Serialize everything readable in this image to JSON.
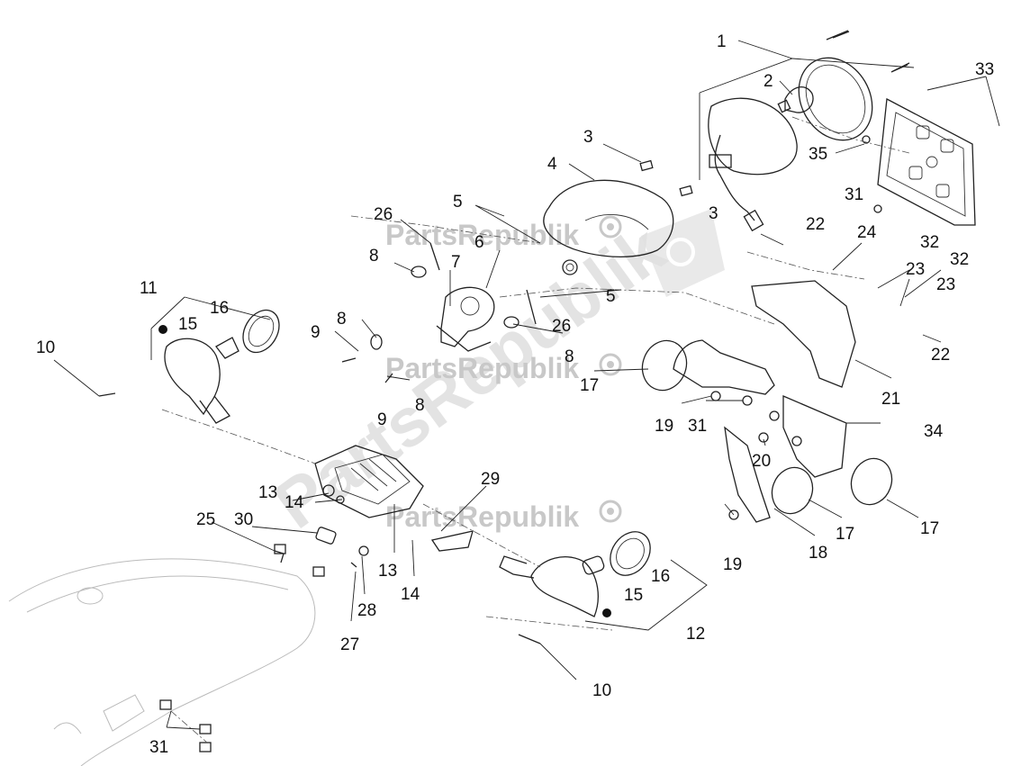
{
  "watermark": {
    "brand": "PartsRepublik"
  },
  "callouts": [
    {
      "id": "c1",
      "label": "1"
    },
    {
      "id": "c2",
      "label": "2"
    },
    {
      "id": "c3a",
      "label": "3"
    },
    {
      "id": "c3b",
      "label": "3"
    },
    {
      "id": "c4",
      "label": "4"
    },
    {
      "id": "c5a",
      "label": "5"
    },
    {
      "id": "c5b",
      "label": "5"
    },
    {
      "id": "c6",
      "label": "6"
    },
    {
      "id": "c7",
      "label": "7"
    },
    {
      "id": "c8a",
      "label": "8"
    },
    {
      "id": "c8b",
      "label": "8"
    },
    {
      "id": "c8c",
      "label": "8"
    },
    {
      "id": "c8d",
      "label": "8"
    },
    {
      "id": "c9a",
      "label": "9"
    },
    {
      "id": "c9b",
      "label": "9"
    },
    {
      "id": "c10a",
      "label": "10"
    },
    {
      "id": "c10b",
      "label": "10"
    },
    {
      "id": "c11",
      "label": "11"
    },
    {
      "id": "c12",
      "label": "12"
    },
    {
      "id": "c13a",
      "label": "13"
    },
    {
      "id": "c13b",
      "label": "13"
    },
    {
      "id": "c14a",
      "label": "14"
    },
    {
      "id": "c14b",
      "label": "14"
    },
    {
      "id": "c15a",
      "label": "15"
    },
    {
      "id": "c15b",
      "label": "15"
    },
    {
      "id": "c16a",
      "label": "16"
    },
    {
      "id": "c16b",
      "label": "16"
    },
    {
      "id": "c17a",
      "label": "17"
    },
    {
      "id": "c17b",
      "label": "17"
    },
    {
      "id": "c17c",
      "label": "17"
    },
    {
      "id": "c18",
      "label": "18"
    },
    {
      "id": "c19a",
      "label": "19"
    },
    {
      "id": "c19b",
      "label": "19"
    },
    {
      "id": "c20",
      "label": "20"
    },
    {
      "id": "c21",
      "label": "21"
    },
    {
      "id": "c22a",
      "label": "22"
    },
    {
      "id": "c22b",
      "label": "22"
    },
    {
      "id": "c23a",
      "label": "23"
    },
    {
      "id": "c23b",
      "label": "23"
    },
    {
      "id": "c24",
      "label": "24"
    },
    {
      "id": "c25",
      "label": "25"
    },
    {
      "id": "c26a",
      "label": "26"
    },
    {
      "id": "c26b",
      "label": "26"
    },
    {
      "id": "c27",
      "label": "27"
    },
    {
      "id": "c28",
      "label": "28"
    },
    {
      "id": "c29",
      "label": "29"
    },
    {
      "id": "c30",
      "label": "30"
    },
    {
      "id": "c31a",
      "label": "31"
    },
    {
      "id": "c31b",
      "label": "31"
    },
    {
      "id": "c31c",
      "label": "31"
    },
    {
      "id": "c32a",
      "label": "32"
    },
    {
      "id": "c32b",
      "label": "32"
    },
    {
      "id": "c33",
      "label": "33"
    },
    {
      "id": "c34",
      "label": "34"
    },
    {
      "id": "c35",
      "label": "35"
    }
  ]
}
